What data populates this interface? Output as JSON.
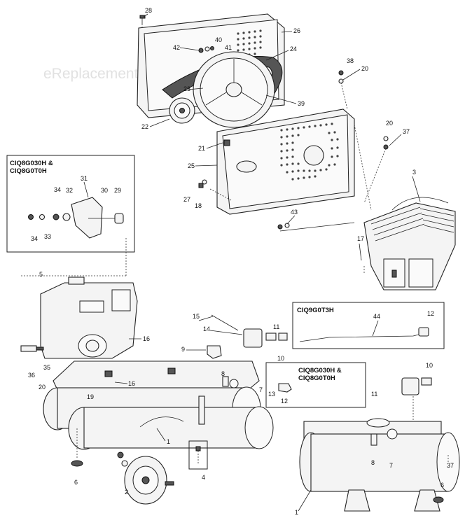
{
  "watermark": "eReplacementParts.com",
  "insets": [
    {
      "id": "engine-variant",
      "titles": [
        "CIQ8G030H &",
        "CIQ8G0T0H"
      ]
    },
    {
      "id": "hose-variant",
      "titles": [
        "CIQ9G0T3H"
      ]
    },
    {
      "id": "valve-variant",
      "titles": [
        "CIQ8G030H &",
        "CIQ8G0T0H"
      ]
    }
  ],
  "callouts": [
    {
      "key": "c28",
      "text": "28"
    },
    {
      "key": "c26",
      "text": "26"
    },
    {
      "key": "c40",
      "text": "40"
    },
    {
      "key": "c42",
      "text": "42"
    },
    {
      "key": "c41",
      "text": "41"
    },
    {
      "key": "c24",
      "text": "24"
    },
    {
      "key": "c38",
      "text": "38"
    },
    {
      "key": "c20a",
      "text": "20"
    },
    {
      "key": "c23",
      "text": "23"
    },
    {
      "key": "c39",
      "text": "39"
    },
    {
      "key": "c22",
      "text": "22"
    },
    {
      "key": "c20b",
      "text": "20"
    },
    {
      "key": "c37a",
      "text": "37"
    },
    {
      "key": "c21",
      "text": "21"
    },
    {
      "key": "c25",
      "text": "25"
    },
    {
      "key": "c3",
      "text": "3"
    },
    {
      "key": "c27",
      "text": "27"
    },
    {
      "key": "c18",
      "text": "18"
    },
    {
      "key": "c43",
      "text": "43"
    },
    {
      "key": "c17",
      "text": "17"
    },
    {
      "key": "c31",
      "text": "31"
    },
    {
      "key": "c34a",
      "text": "34"
    },
    {
      "key": "c32",
      "text": "32"
    },
    {
      "key": "c30",
      "text": "30"
    },
    {
      "key": "c29",
      "text": "29"
    },
    {
      "key": "c34b",
      "text": "34"
    },
    {
      "key": "c33",
      "text": "33"
    },
    {
      "key": "c5",
      "text": "5"
    },
    {
      "key": "c15",
      "text": "15"
    },
    {
      "key": "c14",
      "text": "14"
    },
    {
      "key": "c11a",
      "text": "11"
    },
    {
      "key": "c44",
      "text": "44"
    },
    {
      "key": "c12a",
      "text": "12"
    },
    {
      "key": "c16a",
      "text": "16"
    },
    {
      "key": "c9",
      "text": "9"
    },
    {
      "key": "c10a",
      "text": "10"
    },
    {
      "key": "c10b",
      "text": "10"
    },
    {
      "key": "c36",
      "text": "36"
    },
    {
      "key": "c35",
      "text": "35"
    },
    {
      "key": "c16b",
      "text": "16"
    },
    {
      "key": "c8a",
      "text": "8"
    },
    {
      "key": "c7a",
      "text": "7"
    },
    {
      "key": "c20c",
      "text": "20"
    },
    {
      "key": "c19",
      "text": "19"
    },
    {
      "key": "c13",
      "text": "13"
    },
    {
      "key": "c12b",
      "text": "12"
    },
    {
      "key": "c11b",
      "text": "11"
    },
    {
      "key": "c1a",
      "text": "1"
    },
    {
      "key": "c4",
      "text": "4"
    },
    {
      "key": "c6a",
      "text": "6"
    },
    {
      "key": "c2",
      "text": "2"
    },
    {
      "key": "c8b",
      "text": "8"
    },
    {
      "key": "c7b",
      "text": "7"
    },
    {
      "key": "c37b",
      "text": "37"
    },
    {
      "key": "c1b",
      "text": "1"
    },
    {
      "key": "c6b",
      "text": "6"
    }
  ]
}
